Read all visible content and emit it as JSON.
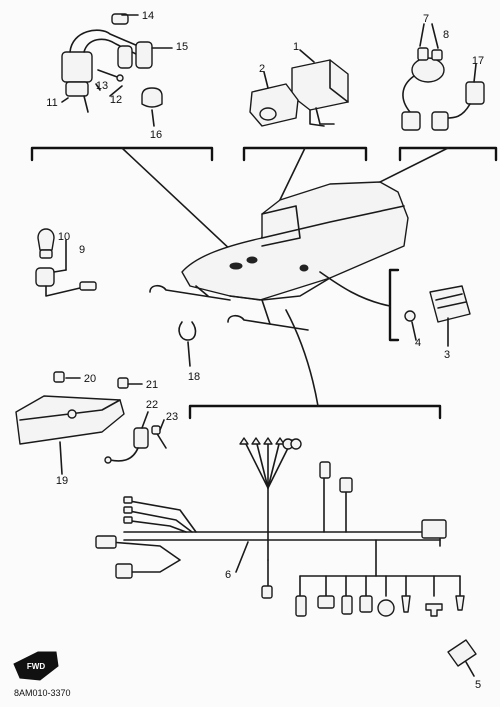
{
  "callouts": {
    "c1": "1",
    "c2": "2",
    "c3": "3",
    "c4": "4",
    "c5": "5",
    "c6": "6",
    "c7": "7",
    "c8": "8",
    "c9": "9",
    "c10": "10",
    "c11": "11",
    "c12": "12",
    "c13": "13",
    "c14": "14",
    "c15": "15",
    "c16": "16",
    "c17": "17",
    "c18": "18",
    "c19": "19",
    "c20": "20",
    "c21": "21",
    "c22": "22",
    "c23": "23"
  },
  "fwd_label": "FWD",
  "figure_code": "8AM010-3370"
}
